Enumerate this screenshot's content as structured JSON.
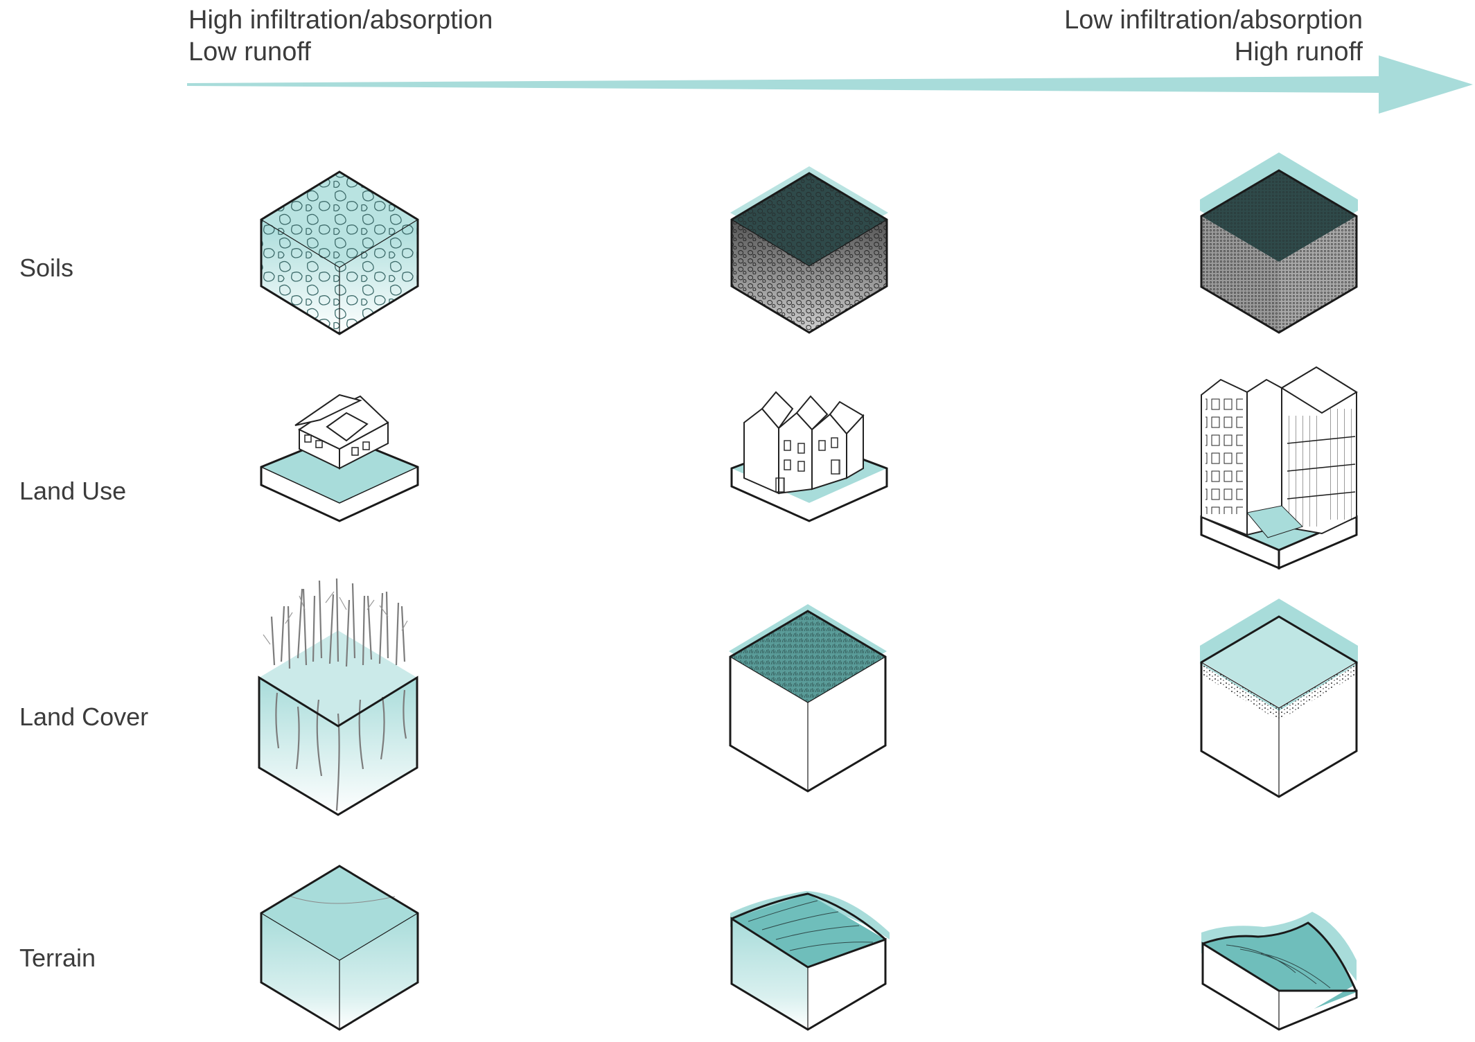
{
  "header": {
    "left_line1": "High infiltration/absorption",
    "left_line2": "Low runoff",
    "right_line1": "Low infiltration/absorption",
    "right_line2": "High runoff"
  },
  "rows": [
    {
      "label": "Soils"
    },
    {
      "label": "Land Use"
    },
    {
      "label": "Land Cover"
    },
    {
      "label": "Terrain"
    }
  ],
  "colors": {
    "water": "#a8dcda",
    "water_dark": "#6fbebb",
    "soil_dark": "#2f4a4a",
    "stroke": "#1a1a1a",
    "vegetation": "#8a8a8a",
    "arrow": "#a8dcda",
    "label_text": "#3b3b3b"
  },
  "icons": [
    "soil-coarse-block",
    "soil-medium-block",
    "soil-fine-block",
    "house-icon",
    "townhouse-icon",
    "apartment-block-icon",
    "tall-grass-block",
    "lawn-block",
    "pavement-block",
    "flat-terrain-block",
    "sloped-terrain-block",
    "steep-terrain-block"
  ]
}
